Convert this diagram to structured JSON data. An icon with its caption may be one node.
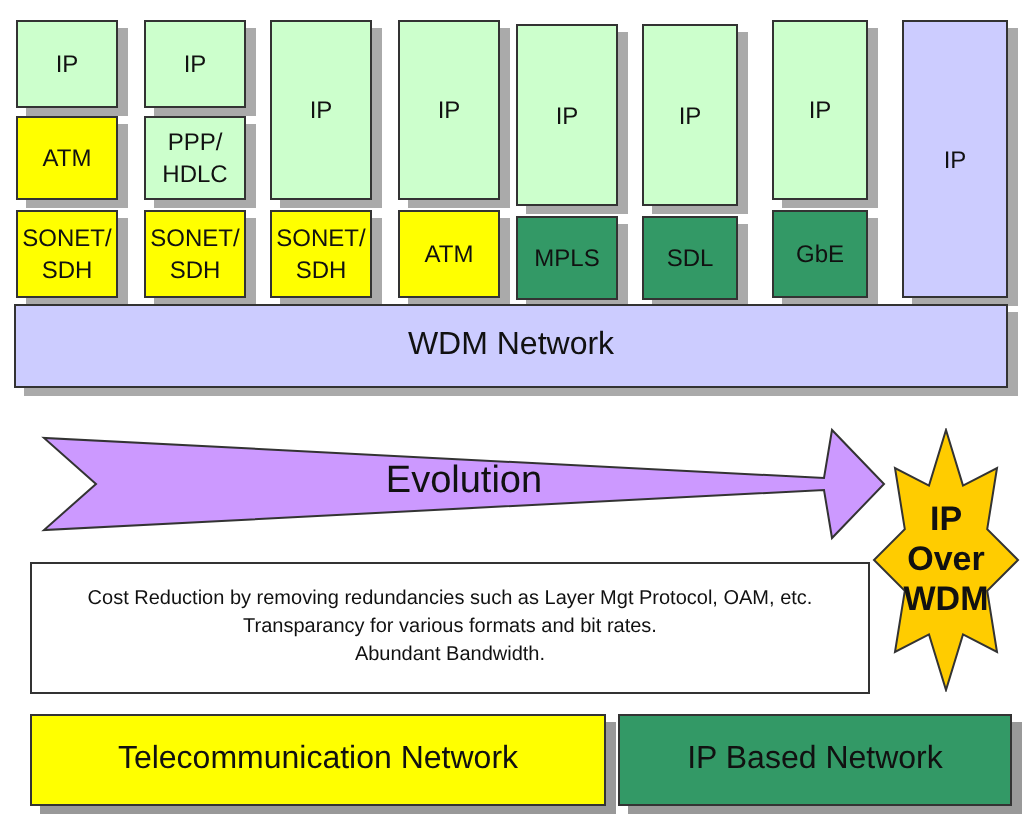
{
  "diagram": {
    "nodes": [
      {
        "text": [
          "IP"
        ]
      },
      {
        "text": [
          "ATM"
        ]
      },
      {
        "text": [
          "SONET/ SDH"
        ]
      },
      {
        "text": [
          "IP"
        ]
      },
      {
        "text": [
          "PPP/ HDLC"
        ]
      },
      {
        "text": [
          "SONET/ SDH"
        ]
      },
      {
        "text": [
          "IP"
        ]
      },
      {
        "text": [
          "SONET/ SDH"
        ]
      },
      {
        "text": [
          "IP"
        ]
      },
      {
        "text": [
          "ATM"
        ]
      },
      {
        "text": [
          "IP"
        ]
      },
      {
        "text": [
          "MPLS"
        ]
      },
      {
        "text": [
          "IP"
        ]
      },
      {
        "text": [
          "SDL"
        ]
      },
      {
        "text": [
          "IP"
        ]
      },
      {
        "text": [
          "GbE"
        ]
      },
      {
        "text": [
          "IP"
        ]
      },
      {
        "text": [
          "WDM Network"
        ]
      },
      {
        "text": [
          "IP Over WDM"
        ]
      },
      {
        "text": [
          "Cost Reduction by removing redundancies such as Layer Mgt Protocol, OAM,  etc.",
          "Transparancy for various formats and bit rates.",
          "Abundant Bandwidth."
        ]
      }
    ],
    "edges": [
      {
        "from": null,
        "to": 18,
        "arrow": "to",
        "label": "Evolution"
      }
    ],
    "legend": [
      {
        "text": "Telecommunication Network",
        "color": "#ffff00"
      },
      {
        "text": "IP Based Network",
        "color": "#339966"
      }
    ]
  }
}
